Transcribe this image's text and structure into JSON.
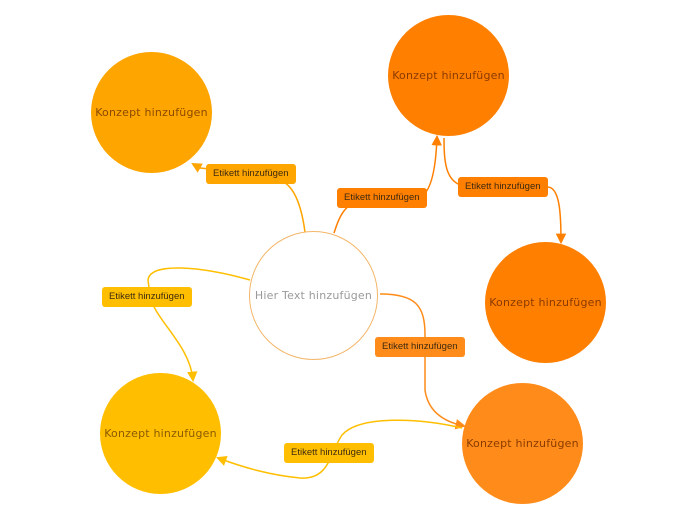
{
  "center": {
    "text": "Hier Text hinzufügen"
  },
  "concepts": [
    {
      "id": "top-left",
      "text": "Konzept hinzufügen",
      "color": "#ffa500"
    },
    {
      "id": "top-right",
      "text": "Konzept hinzufügen",
      "color": "#ff7f00"
    },
    {
      "id": "right",
      "text": "Konzept hinzufügen",
      "color": "#ff7f00"
    },
    {
      "id": "bottom-right",
      "text": "Konzept hinzufügen",
      "color": "#ff8c1a"
    },
    {
      "id": "bottom-left",
      "text": "Konzept hinzufügen",
      "color": "#ffbf00"
    }
  ],
  "links": [
    {
      "text": "Etikett hinzufügen",
      "color": "#ffa500"
    },
    {
      "text": "Etikett hinzufügen",
      "color": "#ff7f00"
    },
    {
      "text": "Etikett hinzufügen",
      "color": "#ff7f00"
    },
    {
      "text": "Etikett hinzufügen",
      "color": "#ff8c1a"
    },
    {
      "text": "Etikett hinzufügen",
      "color": "#ffbf00"
    },
    {
      "text": "Etikett hinzufügen",
      "color": "#ffbf00"
    }
  ]
}
